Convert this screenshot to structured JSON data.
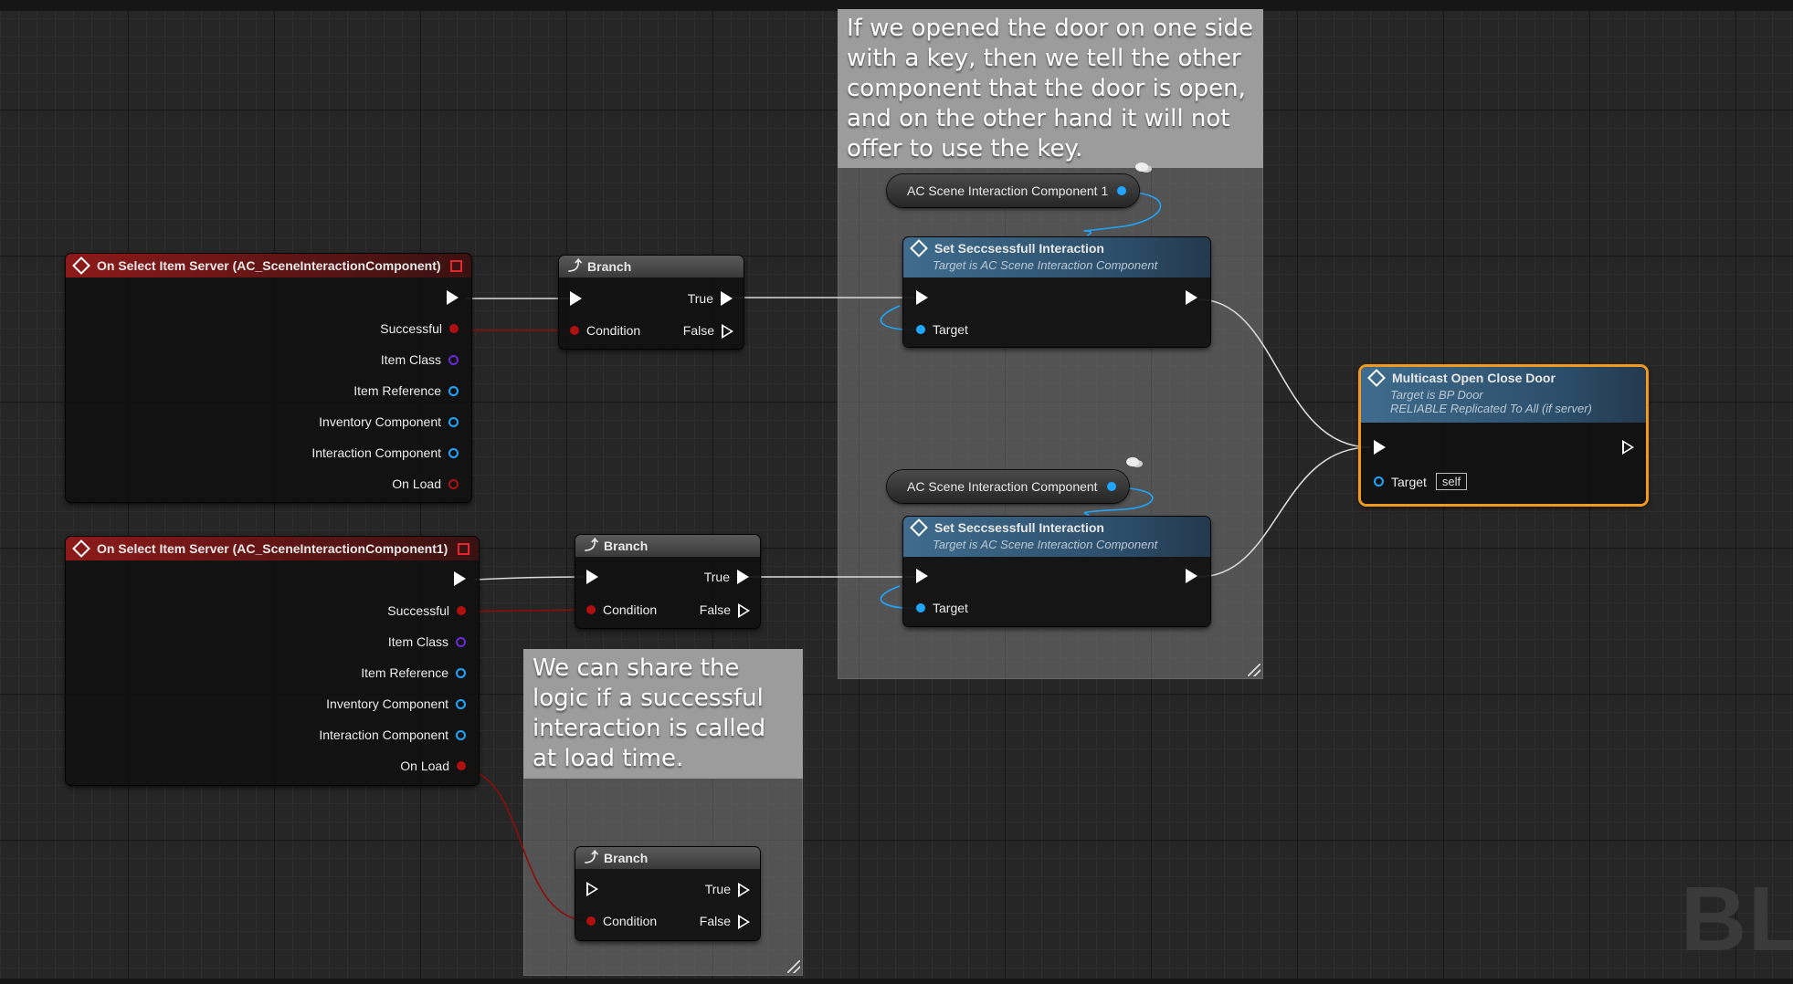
{
  "comments": {
    "door_note": "If we opened the door on one side with a key, then we tell the other component that the door is open, and on the other hand it will not offer to use the key.",
    "load_note": "We can share the logic if a successful interaction is called at load time."
  },
  "event_node_1": {
    "title": "On Select Item Server (AC_SceneInteractionComponent)",
    "pins": [
      "Successful",
      "Item Class",
      "Item Reference",
      "Inventory Component",
      "Interaction Component",
      "On Load"
    ]
  },
  "event_node_2": {
    "title": "On Select Item Server (AC_SceneInteractionComponent1)",
    "pins": [
      "Successful",
      "Item Class",
      "Item Reference",
      "Inventory Component",
      "Interaction Component",
      "On Load"
    ]
  },
  "branch": {
    "title": "Branch",
    "true_label": "True",
    "false_label": "False",
    "condition_label": "Condition"
  },
  "var_component_1": "AC Scene Interaction Component 1",
  "var_component": "AC Scene Interaction Component",
  "set_interaction": {
    "title": "Set Seccsessfull Interaction",
    "subtitle": "Target is AC Scene Interaction Component",
    "target_label": "Target"
  },
  "multicast": {
    "title": "Multicast Open Close Door",
    "subtitle1": "Target is BP Door",
    "subtitle2": "RELIABLE Replicated To All (if server)",
    "target_label": "Target",
    "target_value": "self"
  },
  "watermark": "BLU",
  "colors": {
    "exec": "#ffffff",
    "bool": "#a80e0e",
    "object": "#1fa7ff",
    "class": "#6a2bd6",
    "multicast_outline": "#f39a1c"
  }
}
